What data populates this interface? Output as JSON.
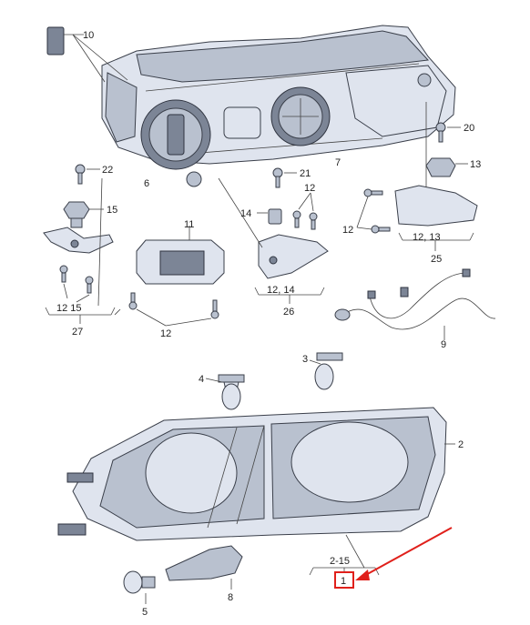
{
  "callouts": {
    "c1": "1",
    "c2": "2",
    "c3": "3",
    "c4": "4",
    "c5": "5",
    "c6": "6",
    "c7": "7",
    "c8": "8",
    "c9": "9",
    "c10": "10",
    "c11": "11",
    "c12a": "12",
    "c12b": "12",
    "c12c": "12",
    "c12d": "12",
    "c13": "13",
    "c14": "14",
    "c15": "15",
    "c20": "20",
    "c21": "21",
    "c22": "22",
    "c25": "25",
    "c26": "26",
    "c27": "27"
  },
  "groups": {
    "g1": "2-15",
    "g25": "12, 13",
    "g26": "12, 14",
    "g27": "12 15"
  },
  "highlight": {
    "label": "1",
    "color": "#e0201b"
  }
}
